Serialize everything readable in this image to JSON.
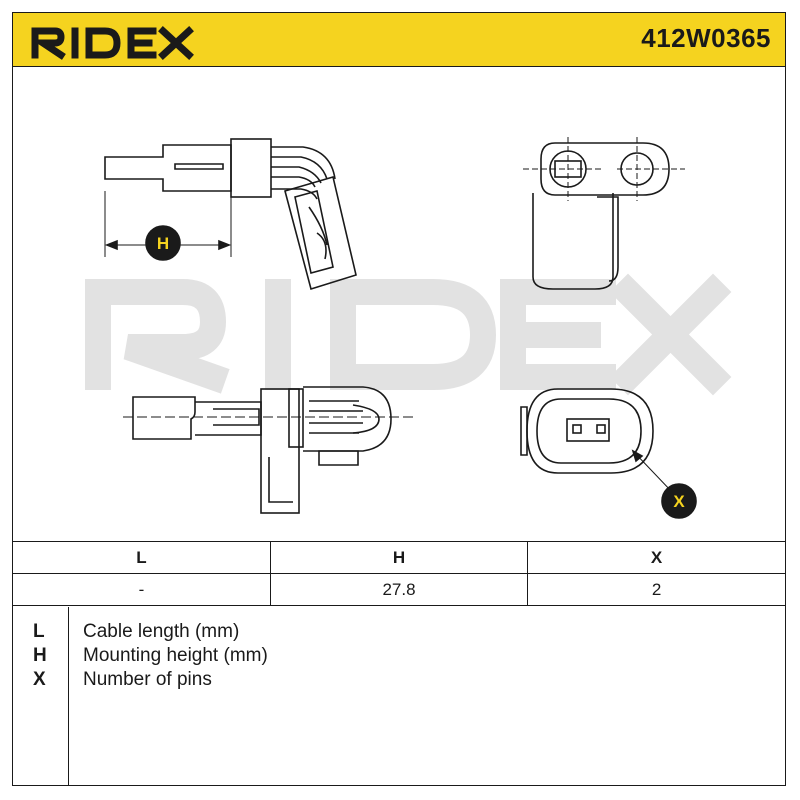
{
  "header": {
    "brand": "RIDEX",
    "part_number": "412W0365",
    "accent_color": "#f5d31f"
  },
  "drawing": {
    "watermark_text": "RIDEX",
    "dimension_h_label": "H",
    "dimension_x_label": "X",
    "badge_color": "#f5d31f"
  },
  "spec_table": {
    "headers": [
      "L",
      "H",
      "X"
    ],
    "values": [
      "-",
      "27.8",
      "2"
    ]
  },
  "legend": [
    {
      "key": "L",
      "description": "Cable length (mm)"
    },
    {
      "key": "H",
      "description": "Mounting height (mm)"
    },
    {
      "key": "X",
      "description": "Number of pins"
    }
  ]
}
